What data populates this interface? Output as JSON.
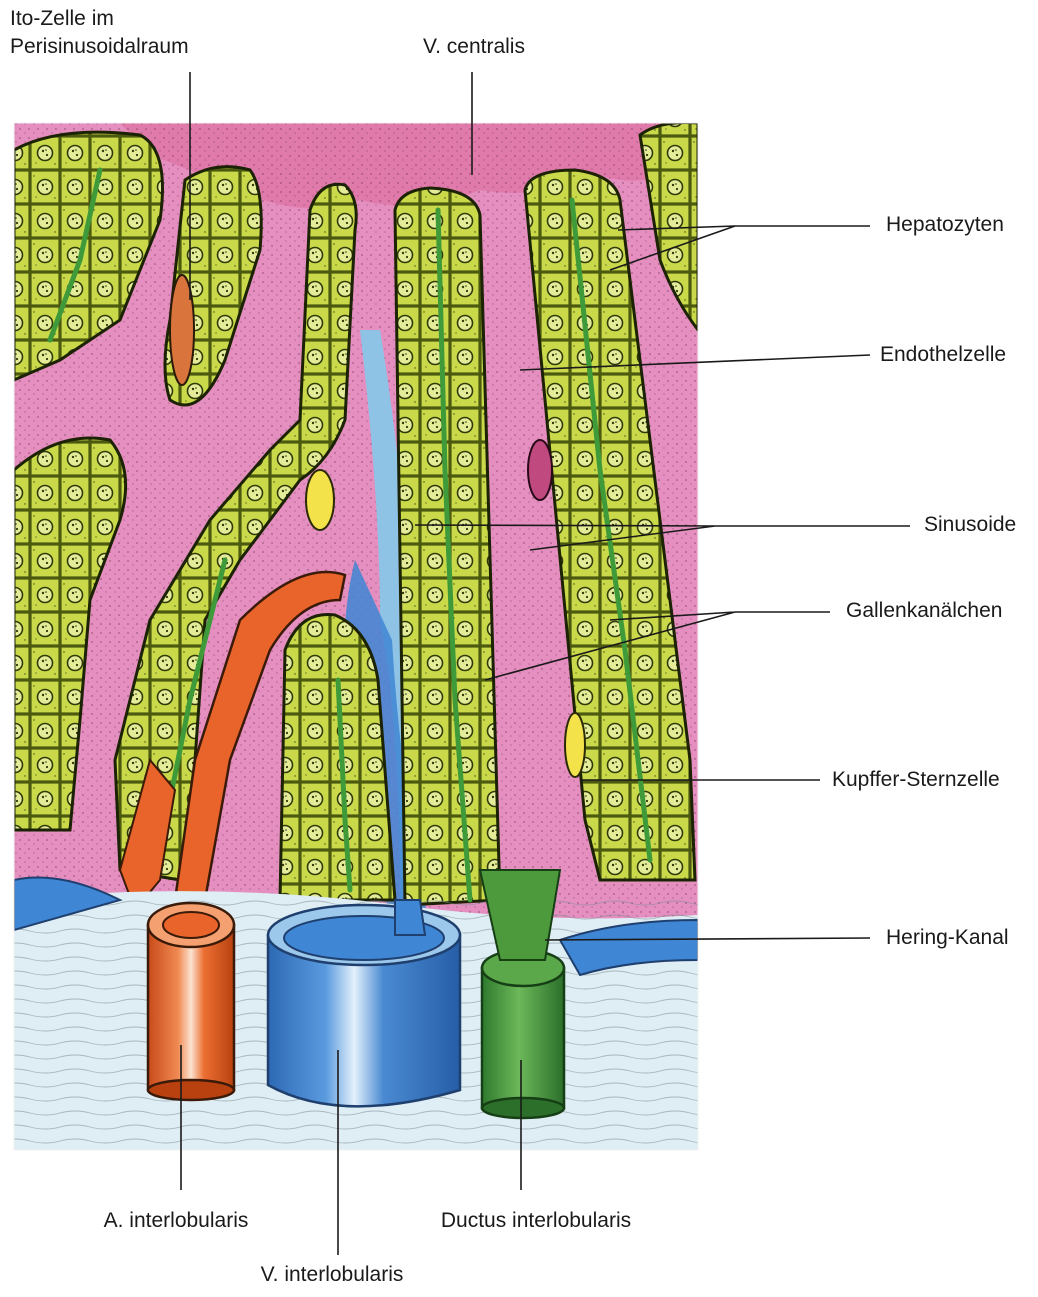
{
  "labels": {
    "ito_line1": "Ito-Zelle im",
    "ito_line2": "Perisinusoidalraum",
    "v_centralis": "V. centralis",
    "hepatozyten": "Hepatozyten",
    "endothelzelle": "Endothelzelle",
    "sinusoide": "Sinusoide",
    "gallenkanaelchen": "Gallenkanälchen",
    "kupffer": "Kupffer-Sternzelle",
    "hering": "Hering-Kanal",
    "a_interlobularis": "A. interlobularis",
    "ductus_interlobularis": "Ductus interlobularis",
    "v_interlobularis": "V. interlobularis"
  },
  "colors": {
    "hepatocyte": "#c9d94a",
    "hepatocyte_border": "#5a6a12",
    "sinusoid": "#e48fbf",
    "endothelium": "#8fc3e6",
    "bile_canaliculus": "#3f9a3a",
    "artery": "#e8642a",
    "portal_vein": "#3f86d4",
    "bile_duct": "#4c9a3c",
    "connective_tissue": "#dfeef4"
  }
}
